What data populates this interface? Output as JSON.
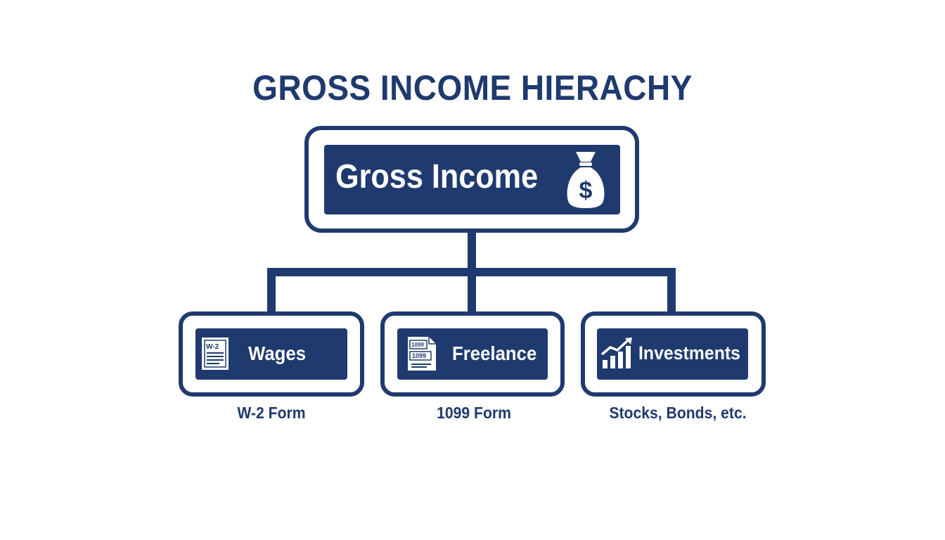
{
  "title": "GROSS INCOME HIERACHY",
  "root": {
    "label": "Gross Income",
    "icon": "money-bag-icon"
  },
  "children": [
    {
      "label": "Wages",
      "caption": "W-2 Form",
      "icon": "w2-document-icon",
      "icon_text": "W-2"
    },
    {
      "label": "Freelance",
      "caption": "1099 Form",
      "icon": "form-1099-icon",
      "icon_text": "1099"
    },
    {
      "label": "Investments",
      "caption": "Stocks, Bonds, etc.",
      "icon": "growth-chart-icon"
    }
  ],
  "colors": {
    "primary": "#1f3a6e",
    "background": "#ffffff",
    "text_on_primary": "#ffffff"
  }
}
